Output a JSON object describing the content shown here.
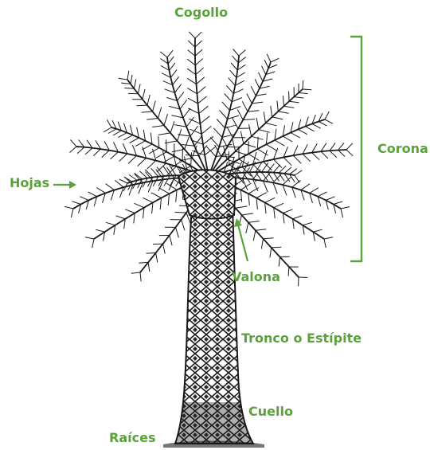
{
  "labels": {
    "cogollo": "Cogollo",
    "corona": "Corona",
    "hojas": "Hojas",
    "valona": "Valona",
    "tronco": "Tronco o Estípite",
    "cuello": "Cuello",
    "raices": "Raíces"
  },
  "colors": {
    "label": "#5aa33c",
    "ink": "#1a1a1a",
    "background": "#ffffff"
  }
}
